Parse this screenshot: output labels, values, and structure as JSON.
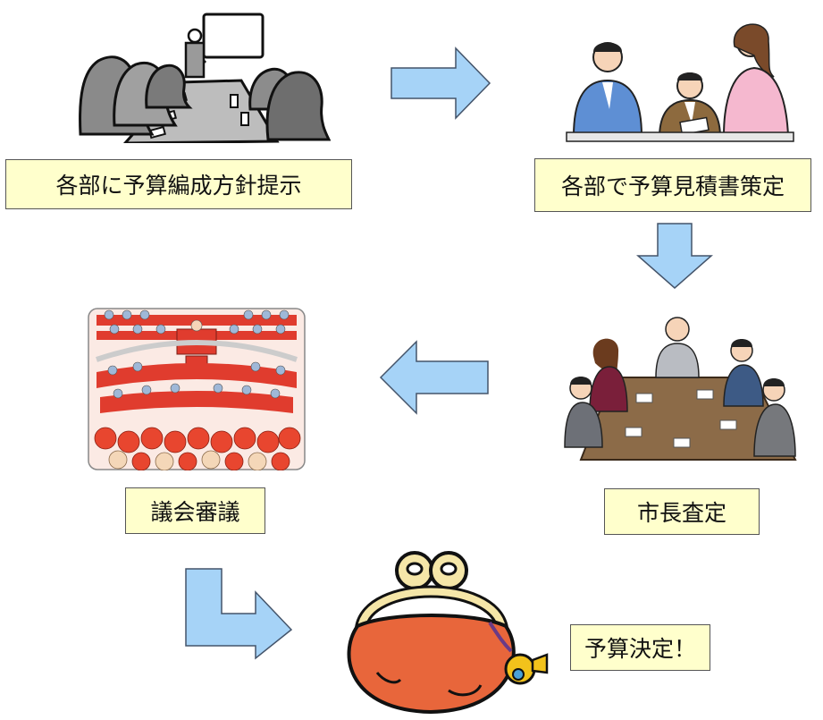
{
  "steps": [
    {
      "label": "各部に予算編成方針提示",
      "icon": "meeting-presentation-icon"
    },
    {
      "label": "各部で予算見積書策定",
      "icon": "staff-discussion-icon"
    },
    {
      "label": "市長査定",
      "icon": "conference-table-icon"
    },
    {
      "label": "議会審議",
      "icon": "assembly-hall-icon"
    },
    {
      "label": "予算決定！",
      "icon": "coin-purse-icon"
    }
  ],
  "colors": {
    "arrow_fill": "#a6d3f7",
    "arrow_stroke": "#44546a",
    "label_bg": "#ffffcc",
    "purse": "#e8663b",
    "assembly_red": "#e03c2e"
  }
}
